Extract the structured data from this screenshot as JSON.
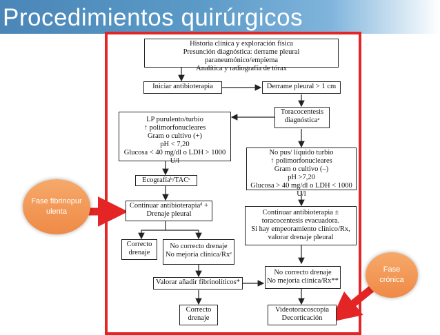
{
  "slide": {
    "title": "Procedimientos quirúrgicos"
  },
  "flowchart": {
    "n1": [
      "Historia clínica y exploración física",
      "Presunción diagnóstica: derrame pleural paraneumónico/empiema",
      "Analítica y radiografía de tórax"
    ],
    "n2": [
      "Iniciar antibioterapia"
    ],
    "n3": [
      "Derrame pleural > 1 cm"
    ],
    "n4": [
      "Toracocentesis",
      "diagnósticaᵃ"
    ],
    "n5": [
      "LP purulento/turbio",
      "↑ polimorfonucleares",
      "Gram o cultivo (+)",
      "pH < 7,20",
      "Glucosa < 40 mg/dl o LDH > 1000 U/l"
    ],
    "n6": [
      "No pus/ líquido turbio",
      "↑ polimorfonucleares",
      "Gram o cultivo (–)",
      "pH >7,20",
      "Glucosa > 40 mg/dl o LDH < 1000 U/l"
    ],
    "n7": [
      "Ecografíaᵇ/TACᶜ"
    ],
    "n8": [
      "Continuar antibioterapiaᵈ +",
      "Drenaje pleural"
    ],
    "n9": [
      "Continuar antibioterapia ±",
      "toracocentesis evacuadora.",
      "Si hay empeoramiento clínico/Rx,",
      "valorar drenaje pleural"
    ],
    "n10": [
      "Correcto",
      "drenaje"
    ],
    "n11": [
      "No correcto drenaje",
      "No mejoría clínica/Rxᵉ"
    ],
    "n12": [
      "Valorar añadir fibrinolíticos*"
    ],
    "n13": [
      "No correcto drenaje",
      "No mejoría clínica/Rx**"
    ],
    "n14": [
      "Correcto",
      "drenaje"
    ],
    "n15": [
      "Videotoracoscopia",
      "Decorticación"
    ]
  },
  "callouts": {
    "left": "Fase fibrinopurulenta",
    "right": "Fase crónica",
    "color": "#ef8a47",
    "arrow_color": "#e32525"
  }
}
